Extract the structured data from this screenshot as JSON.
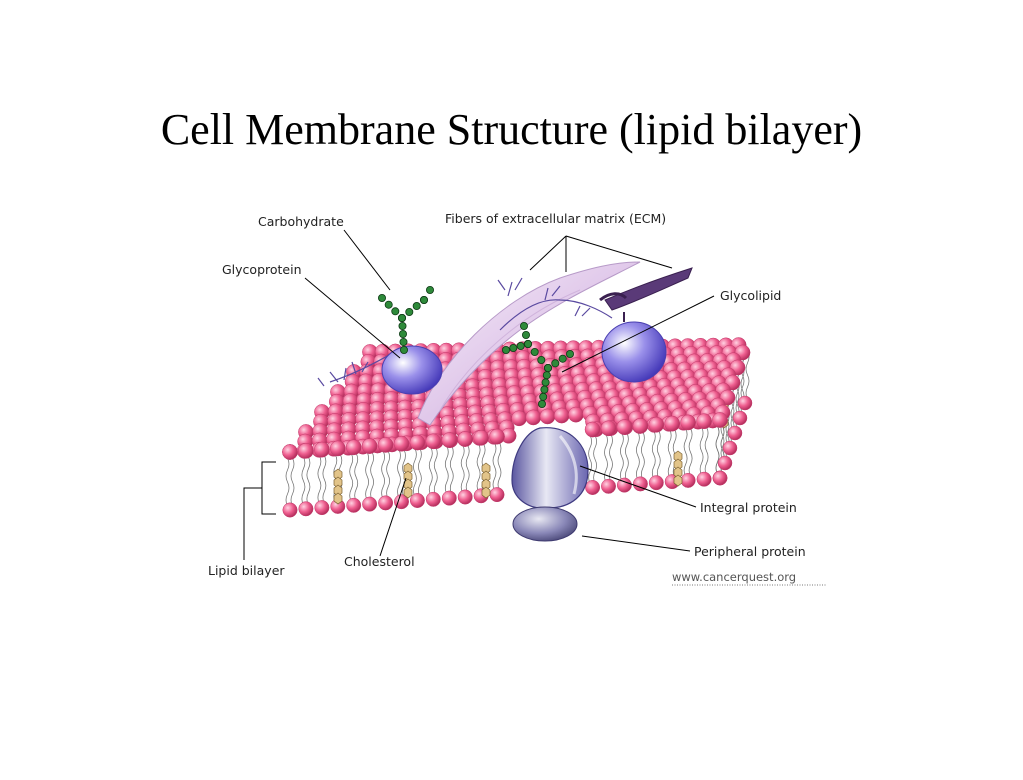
{
  "title": "Cell Membrane Structure (lipid bilayer)",
  "labels": {
    "carbohydrate": "Carbohydrate",
    "glycoprotein": "Glycoprotein",
    "ecm": "Fibers of extracellular matrix (ECM)",
    "glycolipid": "Glycolipid",
    "integral_protein": "Integral protein",
    "peripheral_protein": "Peripheral protein",
    "cholesterol": "Cholesterol",
    "lipid_bilayer": "Lipid bilayer"
  },
  "source": "www.cancerquest.org",
  "colors": {
    "phospholipid_head": "#ef5f90",
    "protein": "#8c82e0",
    "carbohydrate_chain": "#1f6a2a",
    "cholesterol": "#e2c489",
    "ecm_fiber": "#e8d8f0"
  }
}
